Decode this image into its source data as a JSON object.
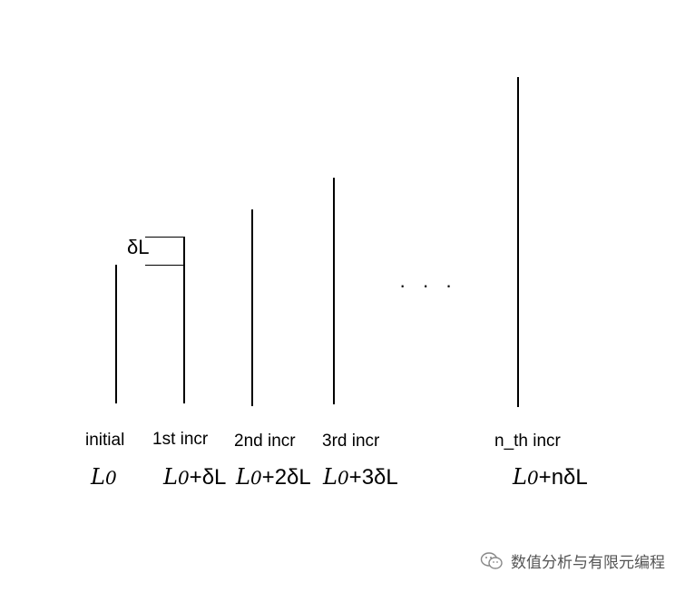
{
  "delta_label": "δL",
  "ellipsis": "· · ·",
  "stages": [
    {
      "label": "initial",
      "formula_suffix": ""
    },
    {
      "label": "1st incr",
      "formula_suffix": "+δL"
    },
    {
      "label": "2nd incr",
      "formula_suffix": "+2δL"
    },
    {
      "label": "3rd incr",
      "formula_suffix": "+3δL"
    },
    {
      "label": "n_th incr",
      "formula_suffix": "+nδL"
    }
  ],
  "symbol": {
    "L": "L",
    "sub": "0"
  },
  "watermark": {
    "text": "数值分析与有限元编程",
    "icon": "wechat-icon"
  }
}
